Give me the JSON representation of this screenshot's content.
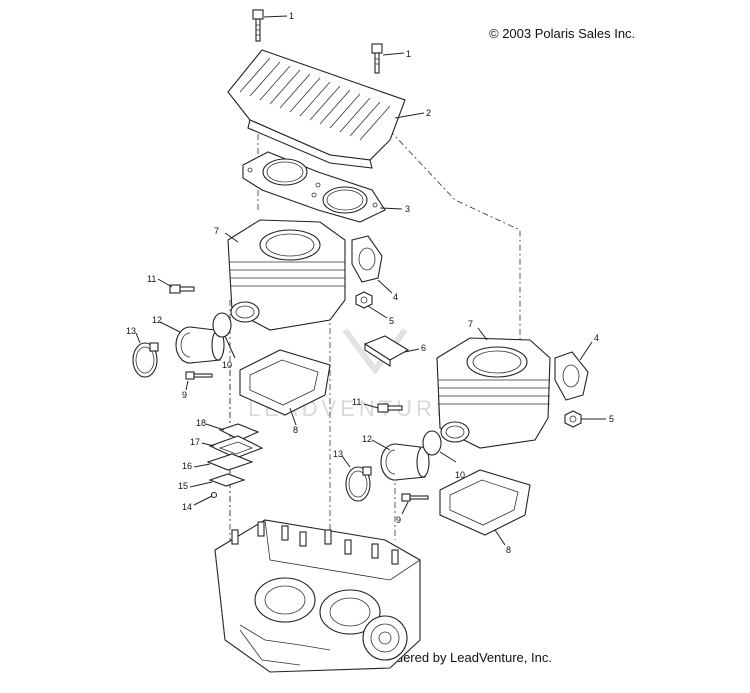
{
  "copyright": "© 2003 Polaris Sales Inc.",
  "footer": "Rendered by LeadVenture, Inc.",
  "watermark": "LEADVENTURE",
  "callouts": {
    "c1a": "1",
    "c1b": "1",
    "c2": "2",
    "c3": "3",
    "c7a": "7",
    "c4a": "4",
    "c5a": "5",
    "c11a": "11",
    "c12a": "12",
    "c13a": "13",
    "c10a": "10",
    "c9a": "9",
    "c6": "6",
    "c8a": "8",
    "c7b": "7",
    "c4b": "4",
    "c5b": "5",
    "c11b": "11",
    "c12b": "12",
    "c13b": "13",
    "c10b": "10",
    "c9b": "9",
    "c8b": "8",
    "c18": "18",
    "c17": "17",
    "c16": "16",
    "c15": "15",
    "c14": "14"
  }
}
